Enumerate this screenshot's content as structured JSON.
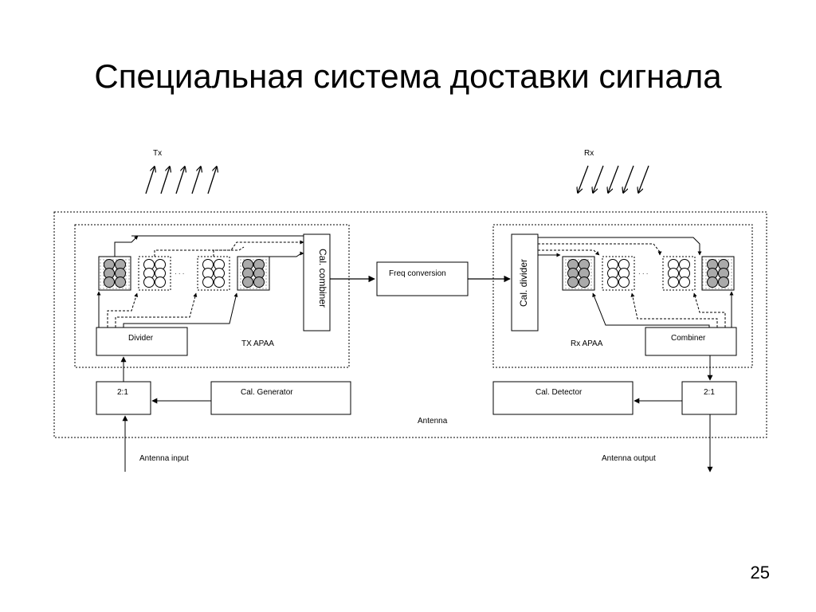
{
  "slide": {
    "title": "Специальная система доставки сигнала",
    "page_number": "25"
  },
  "diagram": {
    "tx_label": "Tx",
    "rx_label": "Rx",
    "cal_combiner": "Cal. combiner",
    "cal_divider": "Cal. divider",
    "freq_conversion": "Freq conversion",
    "divider": "Divider",
    "combiner": "Combiner",
    "tx_apaa": "TX APAA",
    "rx_apaa": "Rx APAA",
    "switch_left": "2:1",
    "switch_right": "2:1",
    "cal_generator": "Cal. Generator",
    "cal_detector": "Cal. Detector",
    "antenna": "Antenna",
    "antenna_input": "Antenna input",
    "antenna_output": "Antenna output",
    "ellipsis": "· · ·"
  }
}
